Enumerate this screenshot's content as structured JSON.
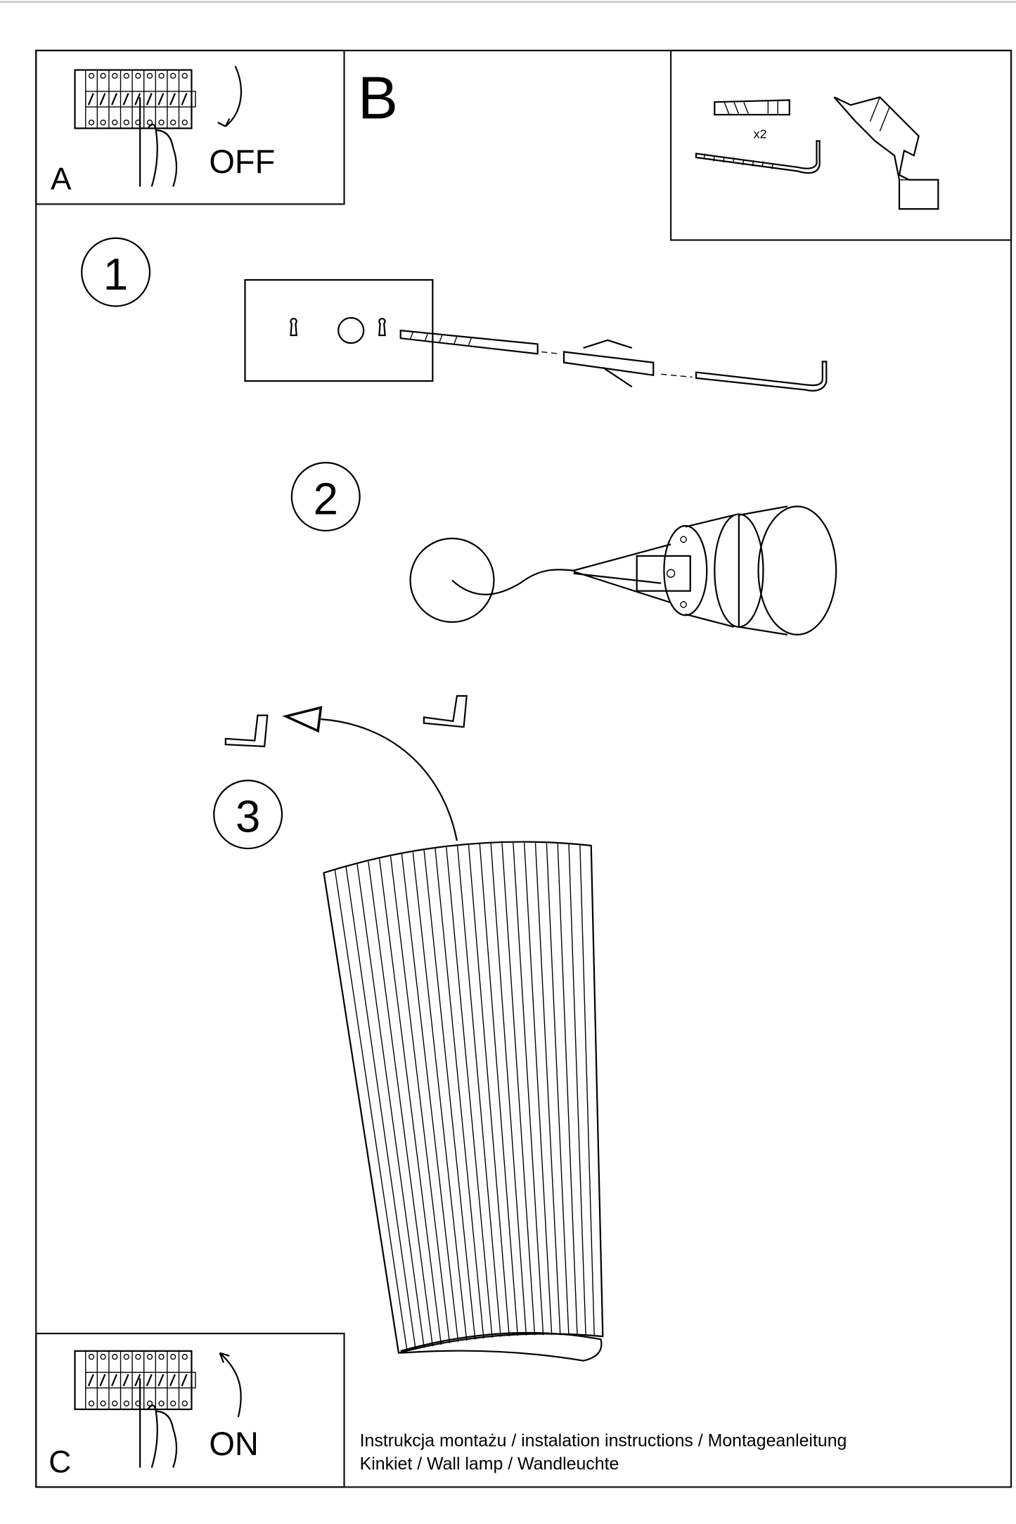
{
  "panel_a": {
    "letter": "A",
    "label": "OFF"
  },
  "panel_b": {
    "letter": "B",
    "quantity": "x2"
  },
  "panel_c": {
    "letter": "C",
    "label": "ON"
  },
  "steps": [
    "1",
    "2",
    "3"
  ],
  "footer": {
    "line1": "Instrukcja montażu / instalation instructions / Montageanleitung",
    "line2": "Kinkiet / Wall lamp / Wandleuchte"
  }
}
